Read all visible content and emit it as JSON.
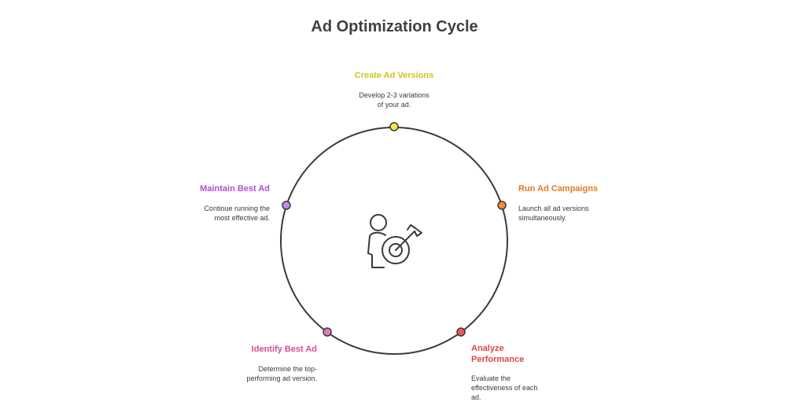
{
  "title": "Ad Optimization Cycle",
  "center_icon": "person-target-arrow-icon",
  "steps": [
    {
      "name": "create",
      "title": "Create Ad Versions",
      "description": [
        "Develop 2-3 variations",
        "of your ad."
      ],
      "color": "#d4c21a",
      "fill": "#f8ea4f"
    },
    {
      "name": "run",
      "title": "Run Ad Campaigns",
      "description": [
        "Launch all ad versions",
        "simultaneously."
      ],
      "color": "#e07a22",
      "fill": "#f28c38"
    },
    {
      "name": "analyze",
      "title": "Analyze Performance",
      "title_lines": [
        "Analyze",
        "Performance"
      ],
      "description": [
        "Evaluate the",
        "effectiveness of each",
        "ad."
      ],
      "color": "#e04545",
      "fill": "#ee5a5a"
    },
    {
      "name": "identify",
      "title": "Identify Best Ad",
      "description": [
        "Determine the top-",
        "performing ad version."
      ],
      "color": "#d94c96",
      "fill": "#e879b6"
    },
    {
      "name": "maintain",
      "title": "Maintain Best Ad",
      "description": [
        "Continue running the",
        "most effective ad."
      ],
      "color": "#b24fd1",
      "fill": "#c98aeb"
    }
  ]
}
